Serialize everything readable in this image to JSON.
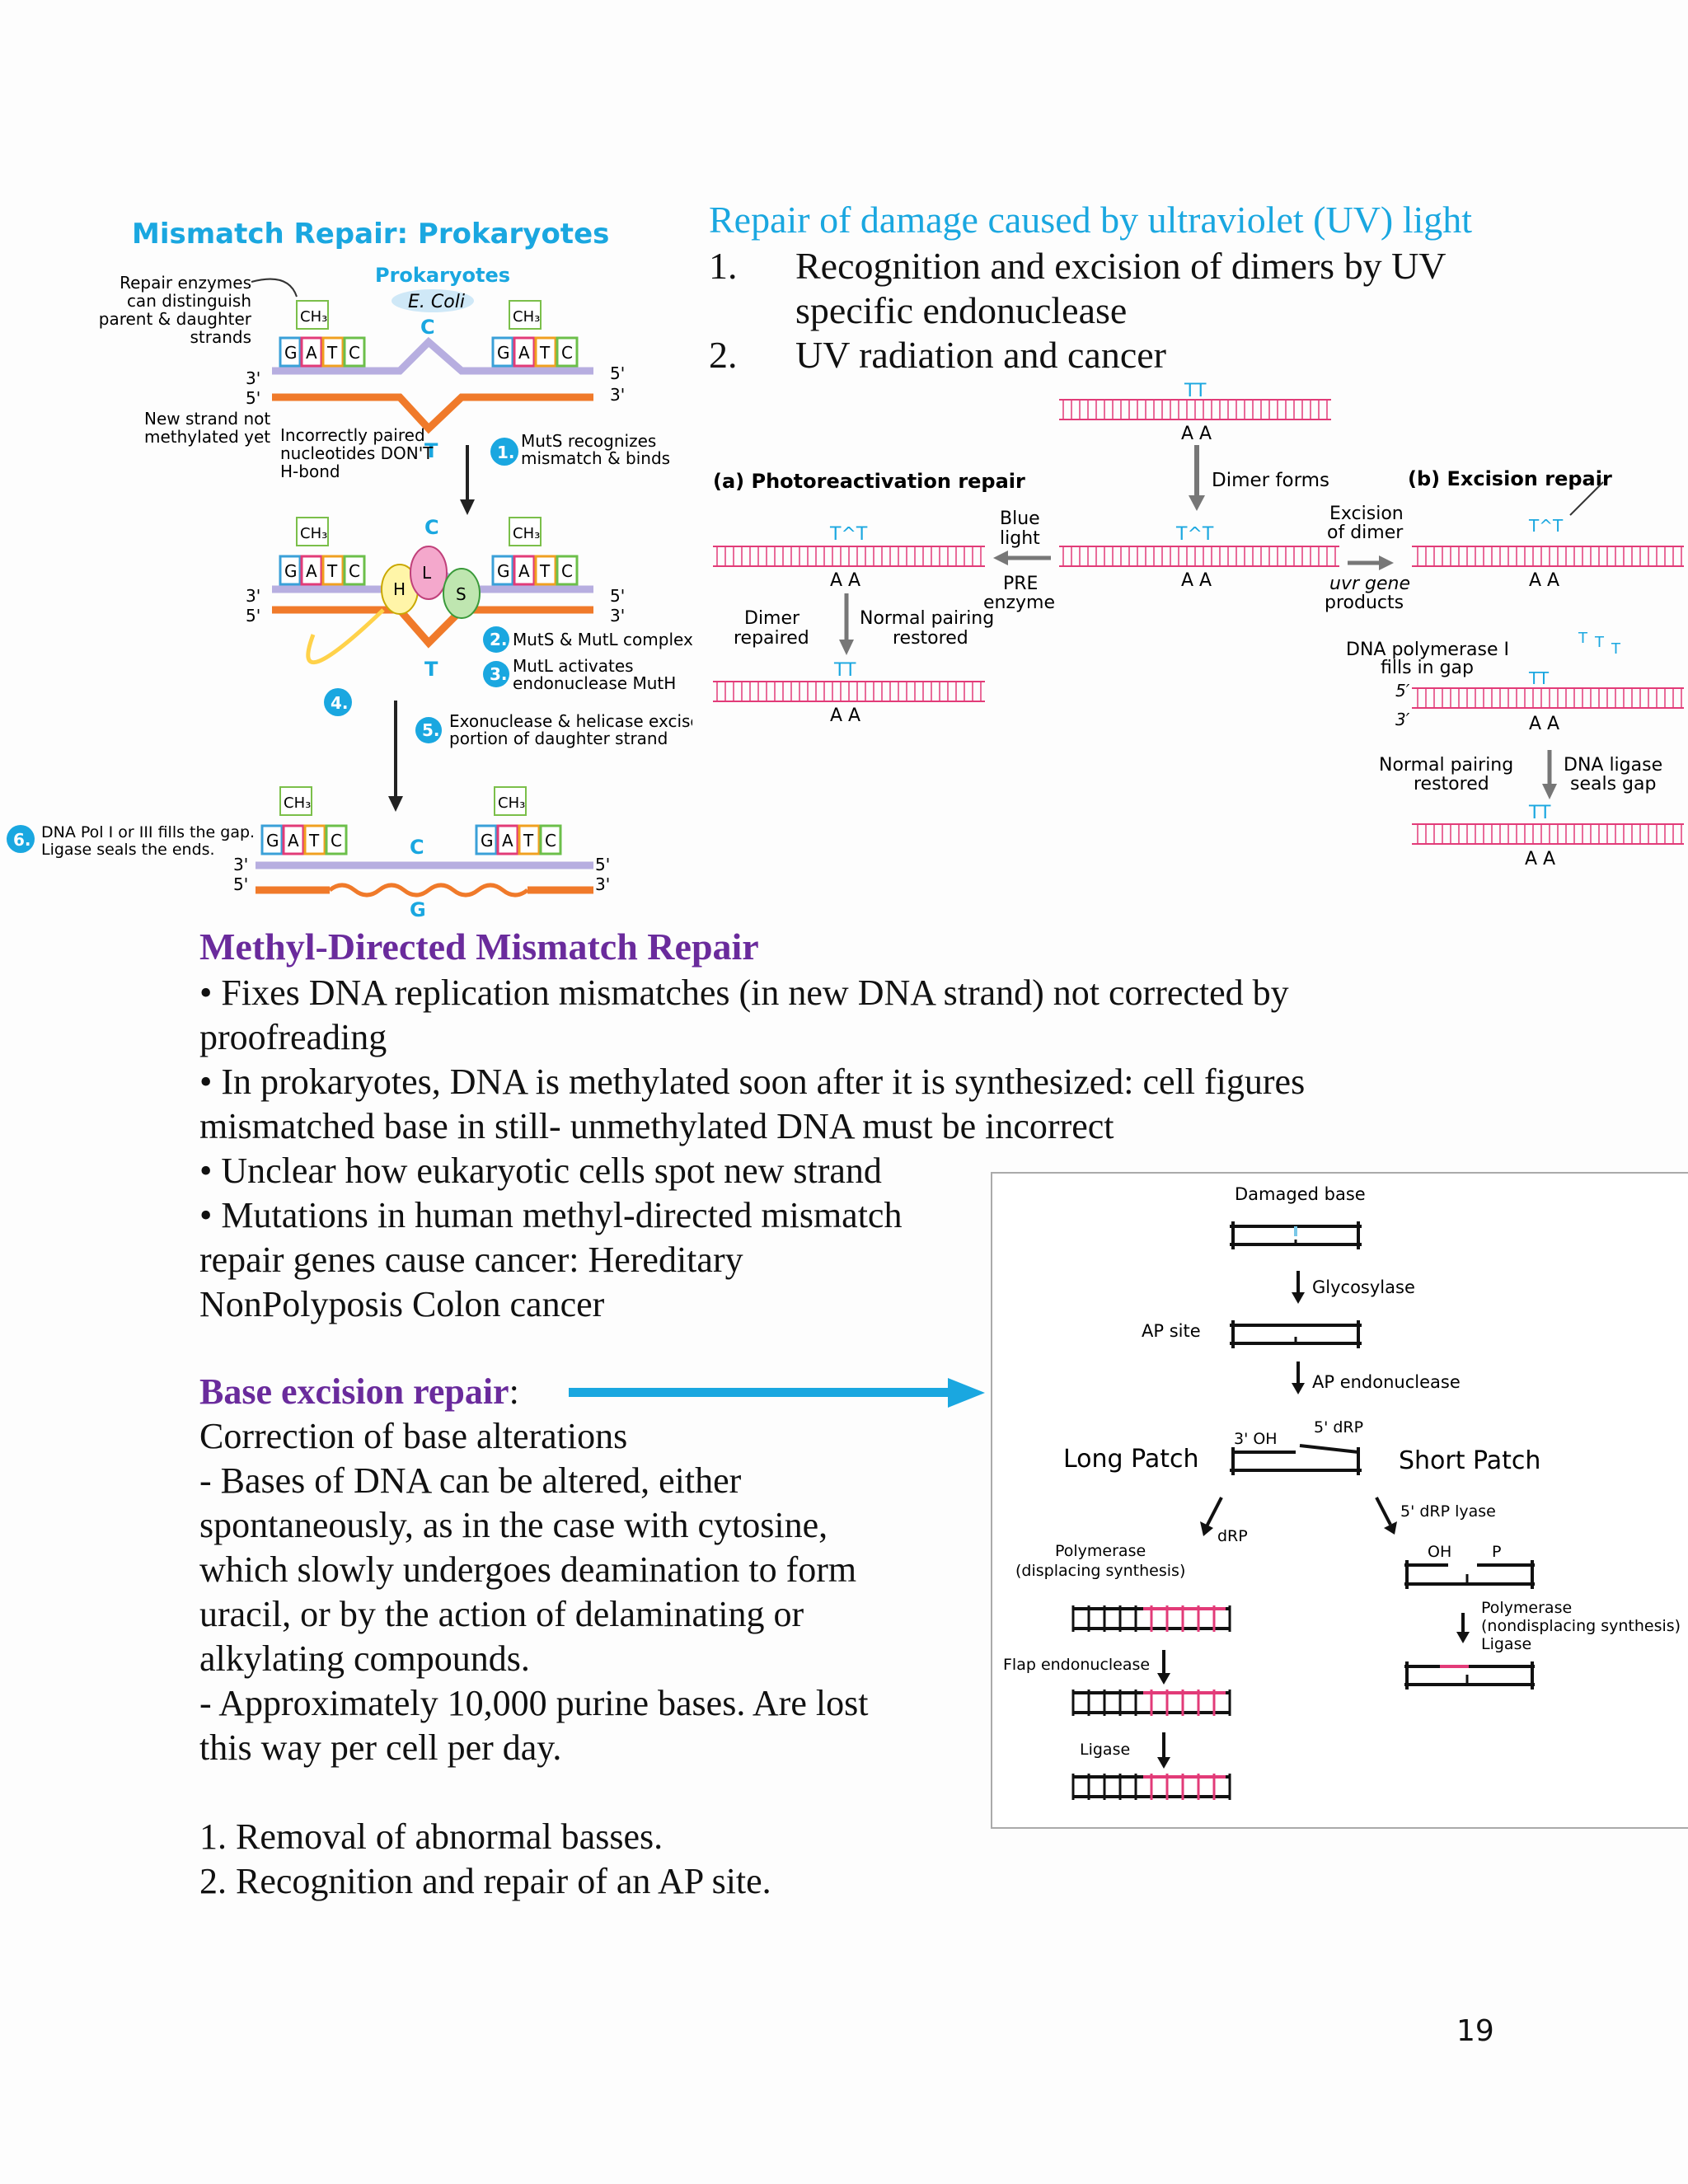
{
  "prok_fig": {
    "title": "Mismatch Repair: Prokaryotes",
    "prok_label": "Prokaryotes",
    "ecoli": "E. Coli",
    "repair_note": [
      "Repair enzymes",
      "can distinguish",
      "parent & daughter",
      "strands"
    ],
    "new_strand": [
      "New strand not",
      "methylated yet"
    ],
    "incorrect": [
      "Incorrectly paired",
      "nucleotides DON'T",
      "H-bond"
    ],
    "ch3": "CH₃",
    "bases": [
      "G",
      "A",
      "T",
      "C"
    ],
    "three": "3'",
    "five": "5'",
    "base_c": "C",
    "base_t": "T",
    "base_g": "G",
    "h": "H",
    "l": "L",
    "s": "S",
    "steps": [
      {
        "num": "1.",
        "text": [
          "MutS recognizes",
          "mismatch & binds"
        ]
      },
      {
        "num": "2.",
        "text": [
          "MutS & MutL complex"
        ]
      },
      {
        "num": "3.",
        "text": [
          "MutL activates",
          "endonuclease MutH"
        ]
      },
      {
        "num": "4.",
        "text": []
      },
      {
        "num": "5.",
        "text": [
          "Exonuclease & helicase excise",
          "portion of daughter strand"
        ]
      },
      {
        "num": "6.",
        "text": [
          "DNA Pol I or III fills the gap.",
          "Ligase seals the ends."
        ]
      }
    ]
  },
  "uv_section": {
    "title": "Repair of damage caused by ultraviolet (UV) light",
    "items": [
      {
        "num": "1.",
        "text": "Recognition and excision of dimers by UV specific endonuclease"
      },
      {
        "num": "2.",
        "text": "UV radiation and cancer"
      }
    ]
  },
  "uv_fig": {
    "tt": "TT",
    "aa": "A A",
    "dimer_forms": "Dimer forms",
    "photo_title": "(a) Photoreactivation repair",
    "excision_title": "(b) Excision repair",
    "blue_light": [
      "Blue",
      "light"
    ],
    "pre_enzyme": [
      "PRE",
      "enzyme"
    ],
    "dimer_repaired": [
      "Dimer",
      "repaired"
    ],
    "normal_pairing": [
      "Normal pairing",
      "restored"
    ],
    "excision_of_dimer": [
      "Excision",
      "of dimer"
    ],
    "uvr": [
      "uvr gene",
      "products"
    ],
    "pol": [
      "DNA polymerase I",
      "fills in gap"
    ],
    "ligase": [
      "DNA ligase",
      "seals gap"
    ],
    "t_single": "T",
    "five": "5′",
    "three": "3′"
  },
  "mmr_section": {
    "title": "Methyl-Directed Mismatch Repair",
    "lines": [
      "• Fixes DNA replication mismatches (in new DNA strand) not corrected by",
      "proofreading",
      " • In prokaryotes, DNA is methylated soon after it is synthesized: cell figures",
      "mismatched base in still- unmethylated DNA must be incorrect",
      "• Unclear how eukaryotic cells spot new strand",
      "• Mutations in human methyl-directed mismatch",
      "repair genes cause cancer: Hereditary",
      "NonPolyposis Colon cancer"
    ]
  },
  "ber_section": {
    "title": "Base excision repair",
    "colon": ":",
    "lines": [
      "Correction of base alterations",
      "- Bases of DNA can be altered, either",
      "spontaneously, as in the case with cytosine,",
      "which slowly undergoes deamination to form",
      "uracil, or by the action of delaminating or",
      "alkylating compounds.",
      "- Approximately 10,000 purine bases. Are lost",
      "this way per cell per day.",
      "",
      "1.  Removal of abnormal basses.",
      "2. Recognition and repair of an AP site."
    ]
  },
  "ber_fig": {
    "damaged_base": "Damaged base",
    "glycosylase": "Glycosylase",
    "ap_site": "AP site",
    "ap_endo": "AP endonuclease",
    "three_oh": "3' OH",
    "five_drp": "5' dRP",
    "long_patch": "Long Patch",
    "short_patch": "Short Patch",
    "lyase": "5' dRP lyase",
    "drp": "dRP",
    "pol_long": [
      "Polymerase",
      "(displacing synthesis)"
    ],
    "oh": "OH",
    "p": "P",
    "pol_short": [
      "Polymerase",
      "(nondisplacing synthesis)",
      "Ligase"
    ],
    "flap": "Flap endonuclease",
    "ligase": "Ligase"
  },
  "page_number": "19",
  "colors": {
    "blue": "#1aa7e0",
    "purple": "#6a2b9c",
    "orange": "#f07a2a",
    "lavender": "#b7aee0",
    "pink": "#e23b78"
  }
}
